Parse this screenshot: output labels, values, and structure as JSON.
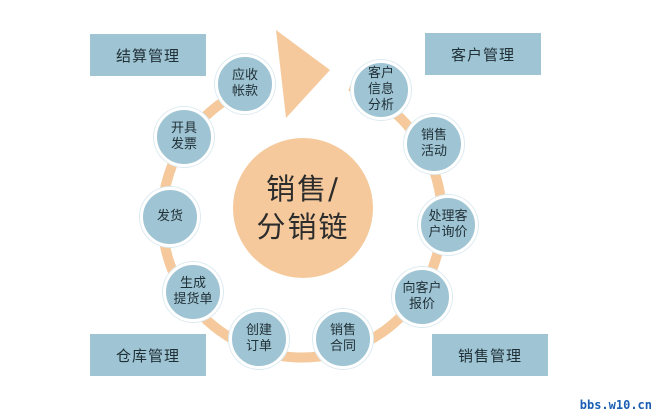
{
  "diagram": {
    "center_label": "销售/\n分销链",
    "corner_boxes": [
      {
        "id": "settlement",
        "label": "结算管理"
      },
      {
        "id": "customer",
        "label": "客户管理"
      },
      {
        "id": "warehouse",
        "label": "仓库管理"
      },
      {
        "id": "sales",
        "label": "销售管理"
      }
    ],
    "nodes": [
      {
        "id": "customer-info",
        "label": "客户\n信息\n分析"
      },
      {
        "id": "sales-activity",
        "label": "销售\n活动"
      },
      {
        "id": "handle-inquiry",
        "label": "处理客\n户询价"
      },
      {
        "id": "quote-customer",
        "label": "向客户\n报价"
      },
      {
        "id": "sales-contract",
        "label": "销售\n合同"
      },
      {
        "id": "create-order",
        "label": "创建\n订单"
      },
      {
        "id": "delivery-note",
        "label": "生成\n提货单"
      },
      {
        "id": "shipping",
        "label": "发货"
      },
      {
        "id": "invoice",
        "label": "开具\n发票"
      },
      {
        "id": "receivables",
        "label": "应收\n帐款"
      }
    ],
    "colors": {
      "node_fill": "#9fc4d3",
      "ring": "#f5c99c",
      "center_fill": "#f5c99c"
    },
    "watermark": "bbs.w10.cn"
  }
}
